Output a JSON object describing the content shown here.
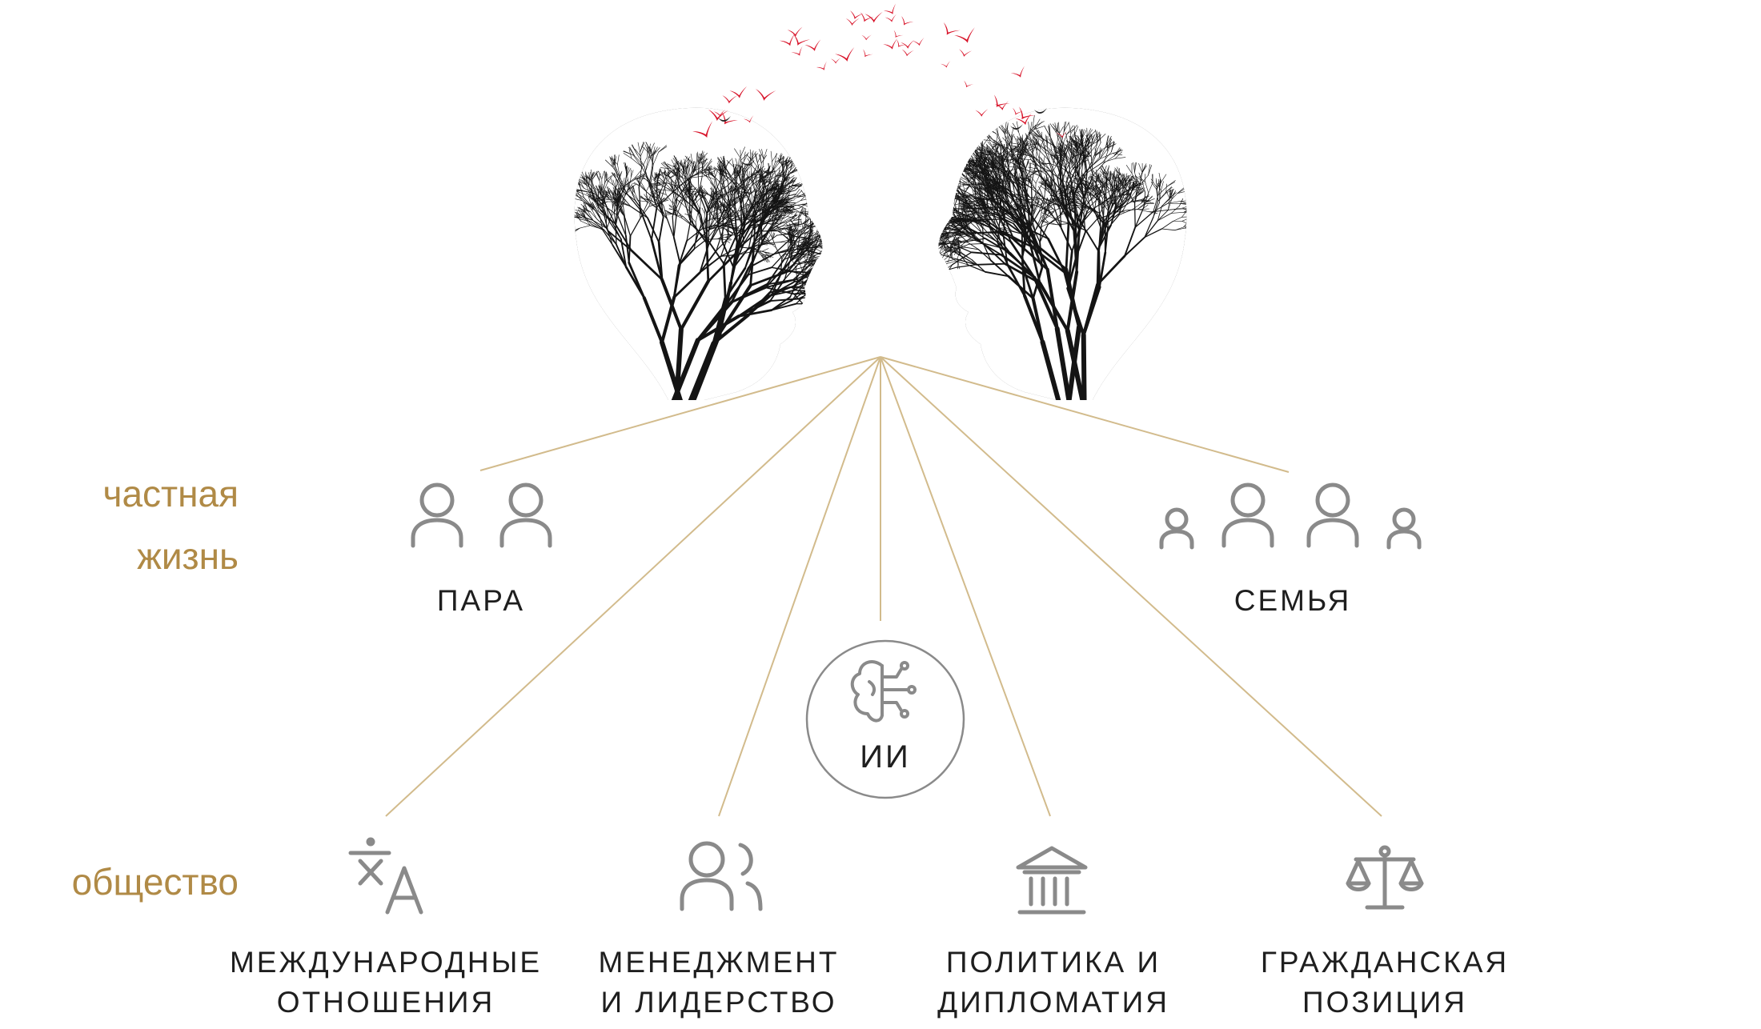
{
  "side_labels": {
    "private_line1": "частная",
    "private_line2": "жизнь",
    "society": "общество"
  },
  "nodes": {
    "couple": "ПАРА",
    "family": "СЕМЬЯ",
    "ai": "ИИ",
    "intl_line1": "МЕЖДУНАРОДНЫЕ",
    "intl_line2": "ОТНОШЕНИЯ",
    "mgmt_line1": "МЕНЕДЖМЕНТ",
    "mgmt_line2": "И ЛИДЕРСТВО",
    "politics_line1": "ПОЛИТИКА И",
    "politics_line2": "ДИПЛОМАТИЯ",
    "civic_line1": "ГРАЖДАНСКАЯ",
    "civic_line2": "ПОЗИЦИЯ"
  },
  "icons": {
    "couple": "person-pair-icon",
    "family": "family-icon",
    "ai": "brain-circuit-icon",
    "intl": "translate-icon",
    "mgmt": "team-icon",
    "politics": "government-building-icon",
    "civic": "justice-scales-icon"
  },
  "colors": {
    "accent": "#b08a46",
    "connector": "#d2bb8c",
    "icon": "#8a8a8a",
    "text": "#1e1e1e",
    "birds": "#d8142a"
  }
}
